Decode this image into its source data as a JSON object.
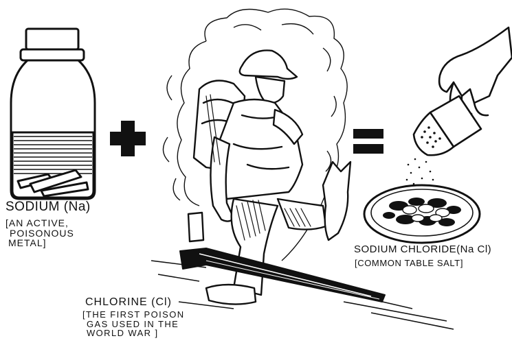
{
  "equation": {
    "plus": "+",
    "equals": "=",
    "sodium": {
      "name": "SODIUM (Na)",
      "description": [
        "[AN ACTIVE,",
        "POISONOUS",
        "METAL]"
      ]
    },
    "chlorine": {
      "name": "CHLORINE (Cl)",
      "description": [
        "[THE FIRST POISON",
        "GAS USED IN THE",
        "WORLD WAR ]"
      ]
    },
    "sodium_chloride": {
      "name": "SODIUM CHLORIDE(Na Cl)",
      "description": "[COMMON TABLE SALT]"
    }
  },
  "colors": {
    "ink": "#111111",
    "paper": "#ffffff"
  },
  "icons": [
    "jar-icon",
    "soldier-icon",
    "salt-shaker-icon",
    "salt-plate-icon"
  ]
}
